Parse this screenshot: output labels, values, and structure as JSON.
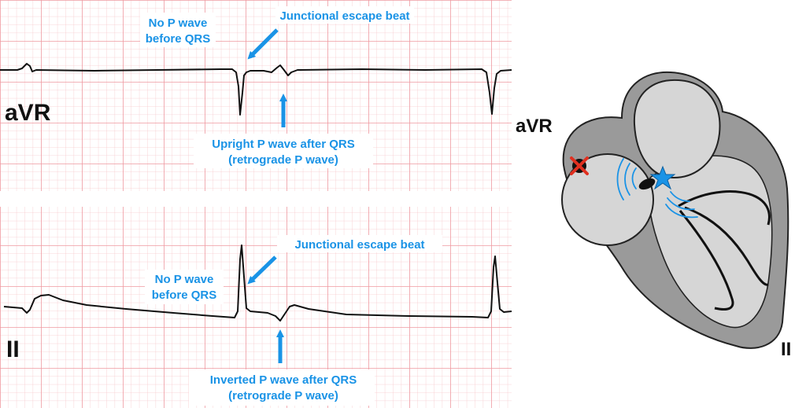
{
  "top_strip": {
    "lead_label": "aVR",
    "annotations": {
      "no_p_wave_line1": "No P wave",
      "no_p_wave_line2": "before QRS",
      "escape_beat": "Junctional escape beat",
      "upright_line1": "Upright P wave after QRS",
      "upright_line2": "(retrograde P wave)"
    }
  },
  "bottom_strip": {
    "lead_label": "II",
    "annotations": {
      "escape_beat": "Junctional escape beat",
      "no_p_wave_line1": "No P wave",
      "no_p_wave_line2": "before QRS",
      "inverted_line1": "Inverted P wave after QRS",
      "inverted_line2": "(retrograde P wave)"
    }
  },
  "heart_diagram": {
    "label_avr": "aVR",
    "label_ii": "II"
  },
  "colors": {
    "grid_minor": "#f7c9cc",
    "grid_major": "#ef9aa1",
    "annotation_blue": "#1a93e6",
    "trace": "#111111",
    "heart_outer": "#9a9a9a",
    "heart_inner": "#d6d6d6",
    "sa_node_cross": "#e03020"
  }
}
